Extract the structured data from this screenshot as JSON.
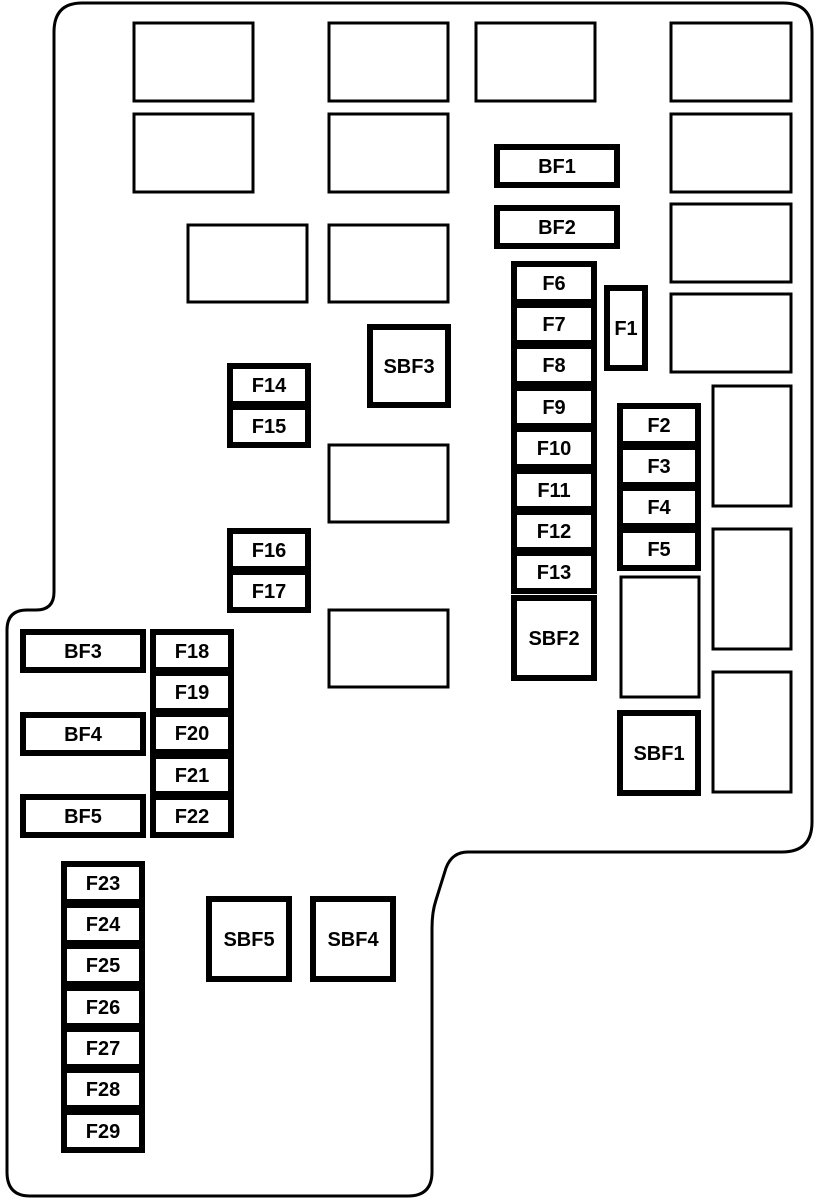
{
  "colors": {
    "stroke": "#000000",
    "background": "#ffffff"
  },
  "fuses": {
    "BF1": "BF1",
    "BF2": "BF2",
    "BF3": "BF3",
    "BF4": "BF4",
    "BF5": "BF5",
    "SBF1": "SBF1",
    "SBF2": "SBF2",
    "SBF3": "SBF3",
    "SBF4": "SBF4",
    "SBF5": "SBF5",
    "F1": "F1",
    "F2": "F2",
    "F3": "F3",
    "F4": "F4",
    "F5": "F5",
    "F6": "F6",
    "F7": "F7",
    "F8": "F8",
    "F9": "F9",
    "F10": "F10",
    "F11": "F11",
    "F12": "F12",
    "F13": "F13",
    "F14": "F14",
    "F15": "F15",
    "F16": "F16",
    "F17": "F17",
    "F18": "F18",
    "F19": "F19",
    "F20": "F20",
    "F21": "F21",
    "F22": "F22",
    "F23": "F23",
    "F24": "F24",
    "F25": "F25",
    "F26": "F26",
    "F27": "F27",
    "F28": "F28",
    "F29": "F29"
  }
}
